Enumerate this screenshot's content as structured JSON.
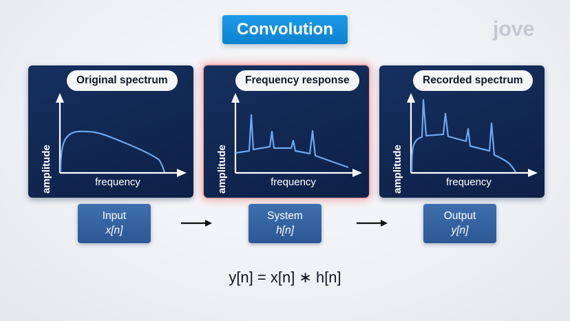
{
  "title": "Convolution",
  "logo": "jove",
  "panels": [
    {
      "label": "Original spectrum",
      "y_axis_label": "amplitude",
      "x_axis_label": "frequency"
    },
    {
      "label": "Frequency response",
      "y_axis_label": "amplitude",
      "x_axis_label": "frequency"
    },
    {
      "label": "Recorded spectrum",
      "y_axis_label": "amplitude",
      "x_axis_label": "frequency"
    }
  ],
  "blocks": [
    {
      "title": "Input",
      "symbol": "x[n]"
    },
    {
      "title": "System",
      "symbol": "h[n]"
    },
    {
      "title": "Output",
      "symbol": "y[n]"
    }
  ],
  "equation": "y[n] = x[n] ∗ h[n]",
  "colors": {
    "title_bg": "#1592df",
    "panel_bg": "#13295a",
    "curve": "#6ea7ee",
    "highlight_glow": "#ee7878",
    "block_bg": "#36639f"
  }
}
